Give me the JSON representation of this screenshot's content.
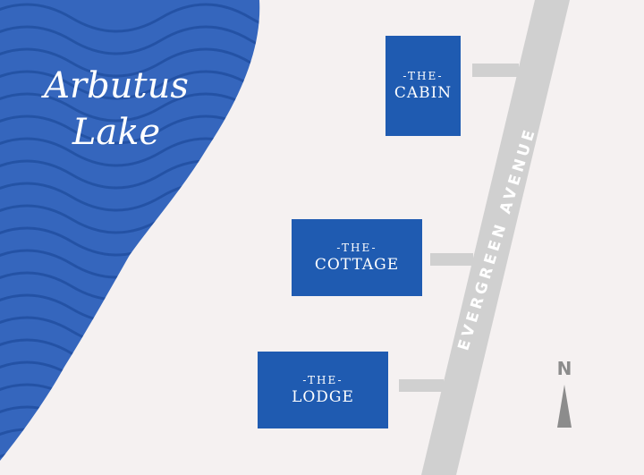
{
  "lake": {
    "name_line1": "Arbutus",
    "name_line2": "Lake"
  },
  "street": {
    "name": "EVERGREEN AVENUE"
  },
  "buildings": [
    {
      "prefix": "-THE-",
      "name": "CABIN"
    },
    {
      "prefix": "-THE-",
      "name": "COTTAGE"
    },
    {
      "prefix": "-THE-",
      "name": "LODGE"
    }
  ],
  "compass": {
    "label": "N"
  },
  "colors": {
    "background": "#f5f1f1",
    "water": "#3566bd",
    "water_lines": "#1f4d9e",
    "building": "#1f5bb1",
    "road": "#d0d0d0",
    "compass": "#8c8c8c"
  }
}
